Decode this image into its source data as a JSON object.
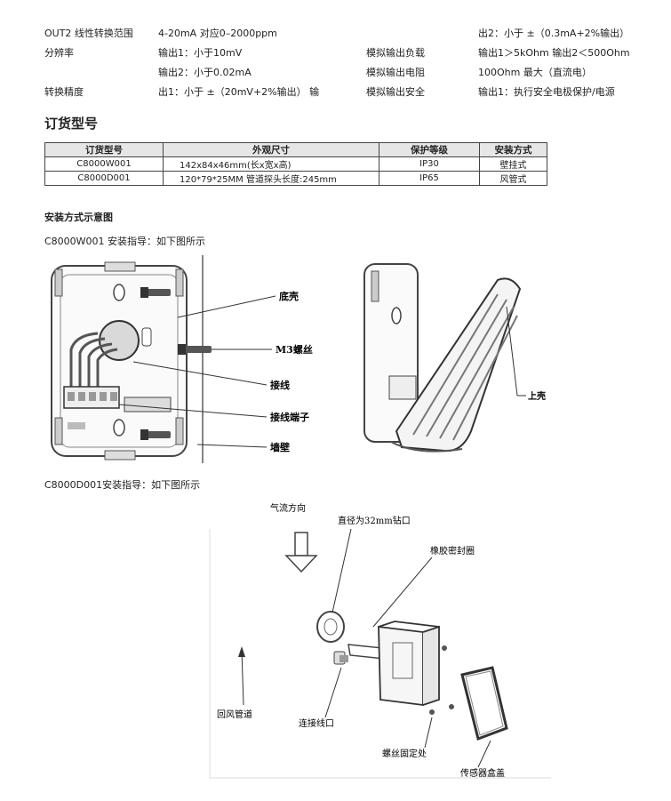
{
  "specs": [
    {
      "c1": "OUT2 线性转换范围",
      "c2": "4-20mA 对应0–2000ppm",
      "c3": "",
      "c4": "出2：小于 ±（0.3mA+2%输出）"
    },
    {
      "c1": "分辨率",
      "c2": "输出1：小于10mV",
      "c3": "模拟输出负载",
      "c4": "输出1＞5kOhm 输出2＜500Ohm"
    },
    {
      "c1": "",
      "c2": "输出2：小于0.02mA",
      "c3": "模拟输出电阻",
      "c4": "100Ohm 最大（直流电）"
    },
    {
      "c1": "转换精度",
      "c2": "出1：小于 ±（20mV+2%输出） 输",
      "c3": "模拟输出安全",
      "c4": "输出1：执行安全电极保护/电源"
    }
  ],
  "order_title": "订货型号",
  "order_table": {
    "headers": [
      "订货型号",
      "外观尺寸",
      "保护等级",
      "安装方式"
    ],
    "rows": [
      [
        "C8000W001",
        "142x84x46mm(长x宽x高)",
        "IP30",
        "壁挂式"
      ],
      [
        "C8000D001",
        "120*79*25MM 管道探头长度:245mm",
        "IP65",
        "风管式"
      ]
    ]
  },
  "install_title": "安装方式示意图",
  "note_w": "C8000W001 安装指导：如下图所示",
  "note_d": "C8000D001安装指导：如下图所示",
  "fig1_labels": {
    "base": "底壳",
    "screw": "M3螺丝",
    "wire": "接线",
    "terminal": "接线端子",
    "wall": "墙壁",
    "top": "上壳"
  },
  "fig2_labels": {
    "airflow": "气流方向",
    "drill": "直径为32mm钻口",
    "seal": "橡胶密封圈",
    "duct": "回风管道",
    "port": "连接线口",
    "fix": "螺丝固定处",
    "cover": "传感器盒盖"
  }
}
